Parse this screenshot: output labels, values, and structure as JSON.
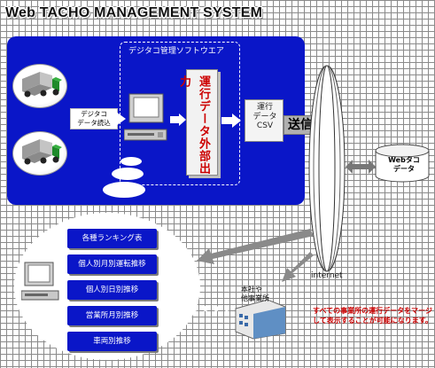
{
  "title": "Web TACHO MANAGEMENT SYSTEM",
  "software_label": "デジタコ管理ソフトウエア",
  "read_label": [
    "デジタコ",
    "データ読込"
  ],
  "export_label": "運行データ外部出力",
  "csv_label": [
    "運行",
    "データ",
    "CSV"
  ],
  "send_label": "送信",
  "internet_label": "internet",
  "db_label": [
    "Webタコ",
    "データ"
  ],
  "reports": [
    "各種ランキング表",
    "個人別月別運転推移",
    "個人別日別推移",
    "営業所月別推移",
    "車両別推移"
  ],
  "office_label": [
    "本社や",
    "他事業所"
  ],
  "note": "すべての事業所の運行データをマージして表示することが可能になります。",
  "colors": {
    "panel_blue": "#0a16c8",
    "accent_red": "#cc0000",
    "truck_green": "#1e8a2a"
  }
}
